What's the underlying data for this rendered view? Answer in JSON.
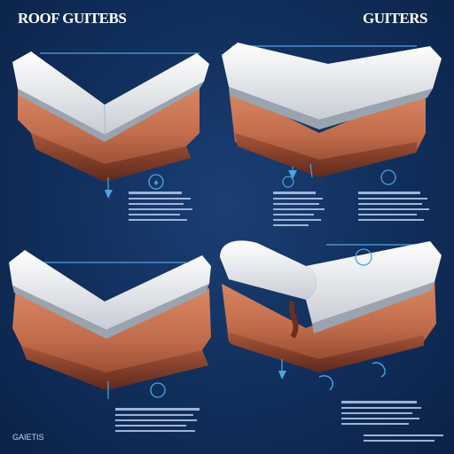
{
  "titles": {
    "left": "ROOF GUITEBS",
    "right": "GUITERS"
  },
  "footer_text": "GAIETIS",
  "colors": {
    "background": "#12315f",
    "gutter_white": "#f2f4f6",
    "gutter_copper": "#c26e4e",
    "gutter_copper_dark": "#7a3a27",
    "accent_blue": "#4fa3e0"
  },
  "icons": [
    "info-circle-icon",
    "arrow-down-icon",
    "dimension-line-icon"
  ]
}
